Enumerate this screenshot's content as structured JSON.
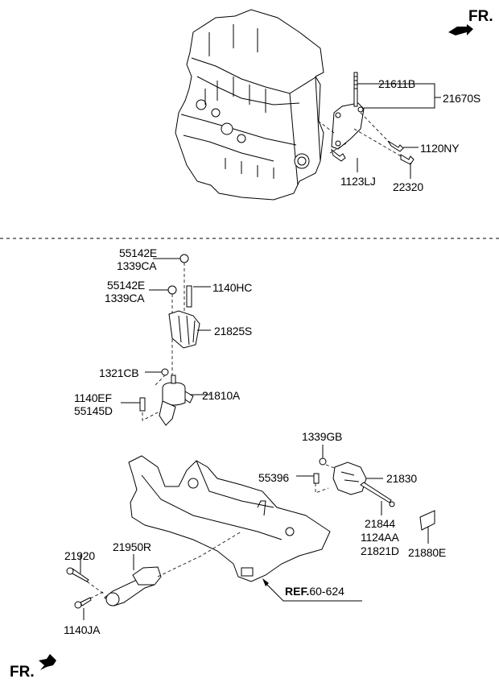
{
  "diagram": {
    "title": "Engine mounting parts diagram",
    "direction_labels": {
      "top_right": "FR.",
      "bottom_left": "FR."
    },
    "reference": {
      "prefix": "REF.",
      "code": "60-624"
    },
    "upper_section": {
      "labels": {
        "p21611B": "21611B",
        "p21670S": "21670S",
        "p1120NY": "1120NY",
        "p1123LJ": "1123LJ",
        "p22320": "22320"
      }
    },
    "middle_section": {
      "labels": {
        "p55142E_a": "55142E",
        "p1339CA_a": "1339CA",
        "p55142E_b": "55142E",
        "p1339CA_b": "1339CA",
        "p1140HC": "1140HC",
        "p21825S": "21825S",
        "p1321CB": "1321CB",
        "p21810A": "21810A",
        "p1140EF": "1140EF",
        "p55145D": "55145D"
      }
    },
    "lower_section": {
      "labels": {
        "p1339GB": "1339GB",
        "p55396": "55396",
        "p21830": "21830",
        "p21844": "21844",
        "p1124AA": "1124AA",
        "p21821D": "21821D",
        "p21880E": "21880E",
        "p21920": "21920",
        "p21950R": "21950R",
        "p1140JA": "1140JA"
      }
    }
  }
}
